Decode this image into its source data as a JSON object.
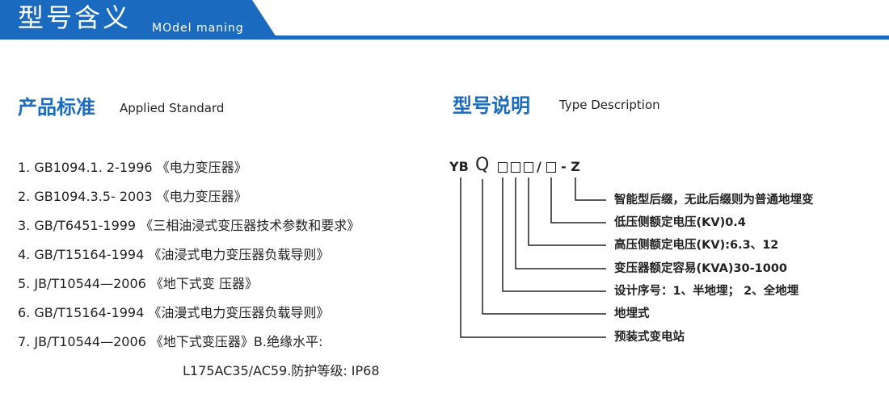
{
  "header": {
    "title": "型号含义",
    "subtitle": "MOdel maning",
    "accent_color": "#1a6bbf"
  },
  "standards": {
    "title": "产品标准",
    "subtitle": "Applied Standard",
    "items": [
      "1. GB1094.1. 2-1996 《电力变压器》",
      "2. GB1094.3.5- 2003 《电力变压器》",
      "3. GB/T6451-1999 《三相油浸式变压器技术参数和要求》",
      "4. GB/T15164-1994 《油浸式电力变压器负载导则》",
      "5. JB/T10544—2006 《地下式变 压器》",
      "6. GB/T15164-1994 《油漫式电力变压器负载导则》",
      "7. JB/T10544—2006 《地下式变压器》B.绝缘水平:"
    ],
    "continuation": "L175AC35/AC59.防护等级: IP68"
  },
  "type_description": {
    "title": "型号说明",
    "subtitle": "Type Description",
    "code": {
      "prefix": "YB",
      "q": "Q",
      "slash": "/",
      "suffix": "- Z"
    },
    "legend": [
      "智能型后缀，无此后缀则为普通地埋变",
      "低压侧额定电压(KV)0.4",
      "高压侧额定电压(KV):6.3、12",
      "变压器额定容易(KVA)30-1000",
      "设计序号：1、半地埋； 2、全地埋",
      "地埋式",
      "预装式变电站"
    ]
  }
}
